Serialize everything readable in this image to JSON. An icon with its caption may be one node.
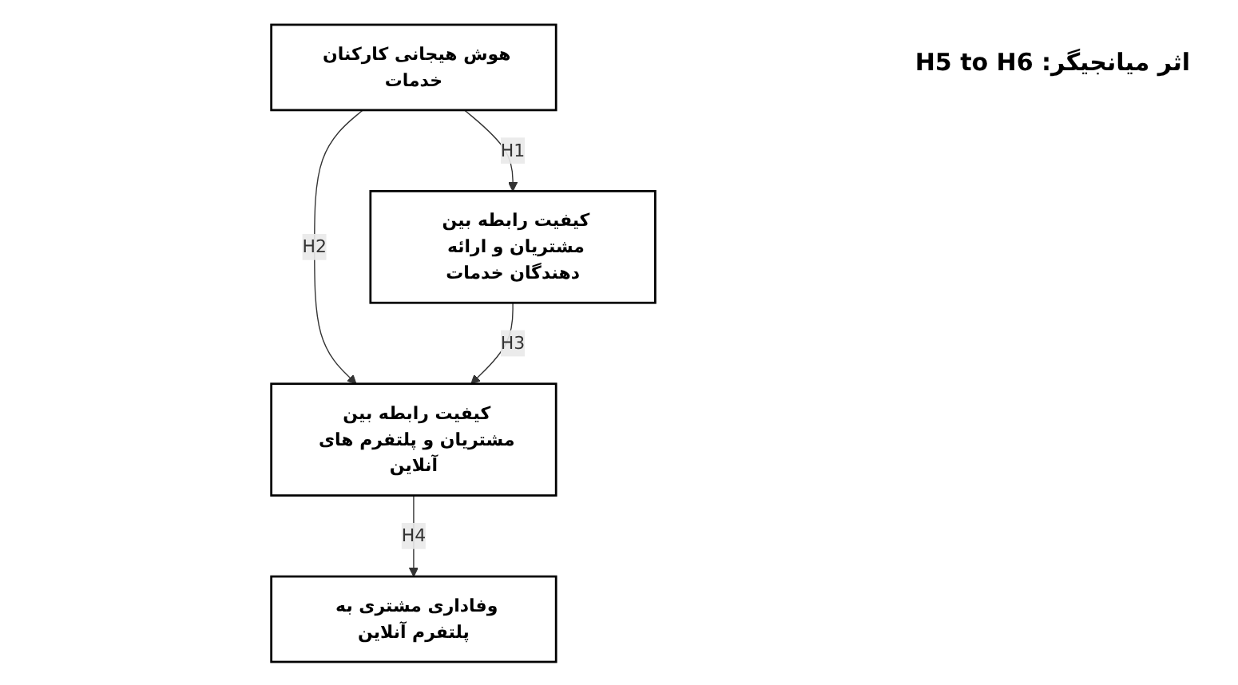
{
  "diagram": {
    "nodes": [
      {
        "text": [
          "هوش هیجانی کارکنان خدمات"
        ]
      },
      {
        "text": [
          "کیفیت رابطه بین مشتریان و پلتفرم های آنلاین"
        ]
      },
      {
        "text": [
          "کیفیت رابطه بین مشتریان و ارائه دهندگان خدمات"
        ]
      },
      {
        "text": [
          "وفاداری مشتری به پلتفرم آنلاین"
        ]
      }
    ],
    "edges": [
      {
        "from": 0,
        "to": 2,
        "arrow": "to",
        "label": "H1"
      },
      {
        "from": 0,
        "to": 1,
        "arrow": "to",
        "label": "H2"
      },
      {
        "from": 2,
        "to": 1,
        "arrow": "to",
        "label": "H3"
      },
      {
        "from": 1,
        "to": 3,
        "arrow": "to",
        "label": "H4"
      }
    ],
    "labels": [
      "اثر میانجیگر: H5 to H6"
    ]
  }
}
